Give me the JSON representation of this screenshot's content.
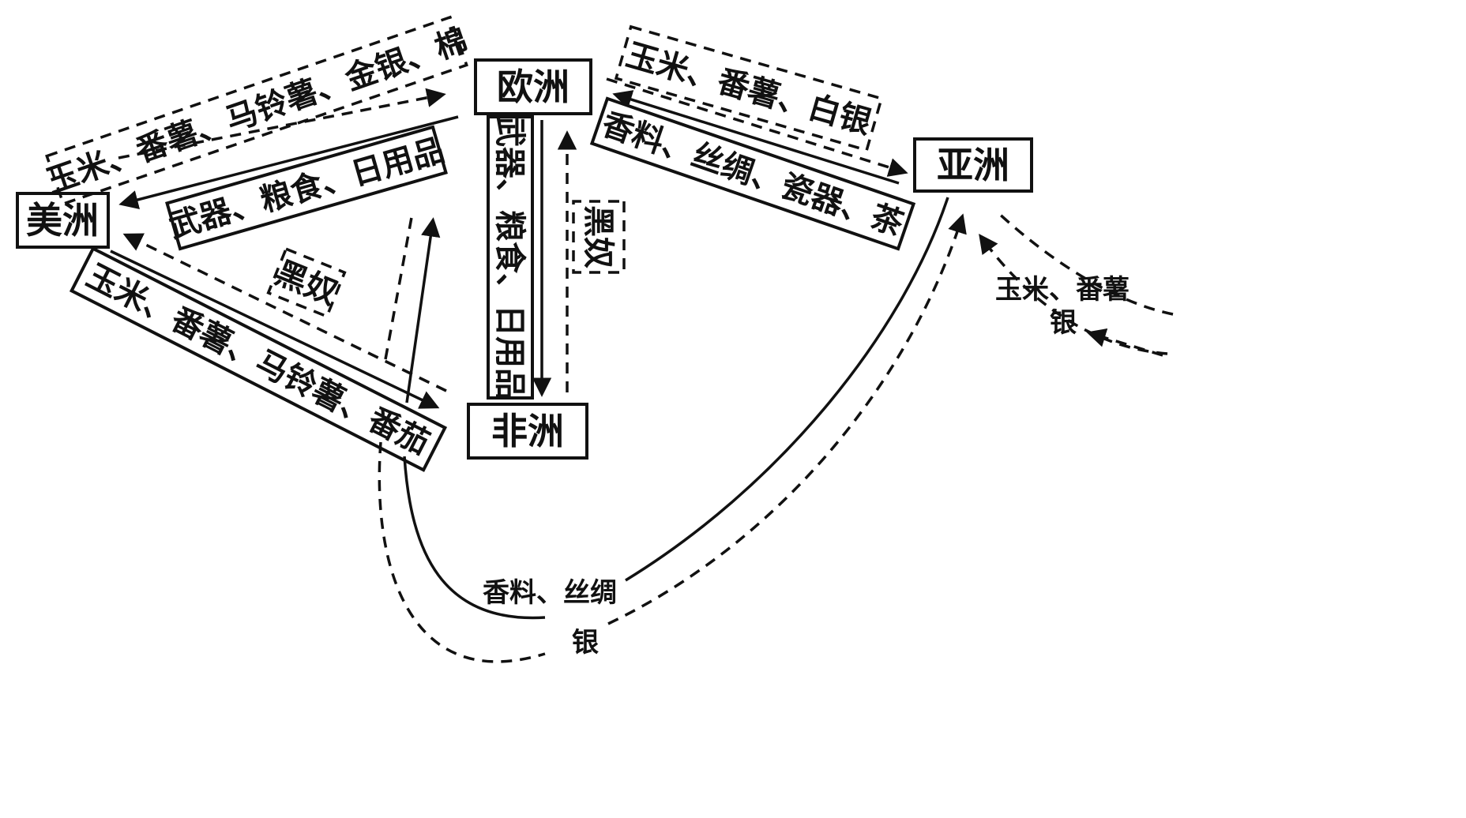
{
  "continents": {
    "americas": "美洲",
    "europe": "欧洲",
    "africa": "非洲",
    "asia": "亚洲"
  },
  "labels": {
    "americas_to_europe_top": "玉米、番薯、马铃薯、金银、棉",
    "europe_to_americas": "武器、粮食、日用品",
    "slave_box_left": "黑奴",
    "americas_to_africa": "玉米、番薯、马铃薯、番茄",
    "europe_to_africa_vertical": "武器、粮食、日用品",
    "slave_box_mid": "黑奴",
    "europe_to_asia_top": "玉米、番薯、白银",
    "asia_to_europe": "香料、丝绸、瓷器、茶",
    "right_pacific_goods": "玉米、番薯",
    "right_pacific_silver": "银",
    "bottom_spices_silk": "香料、丝绸",
    "bottom_silver": "银"
  }
}
